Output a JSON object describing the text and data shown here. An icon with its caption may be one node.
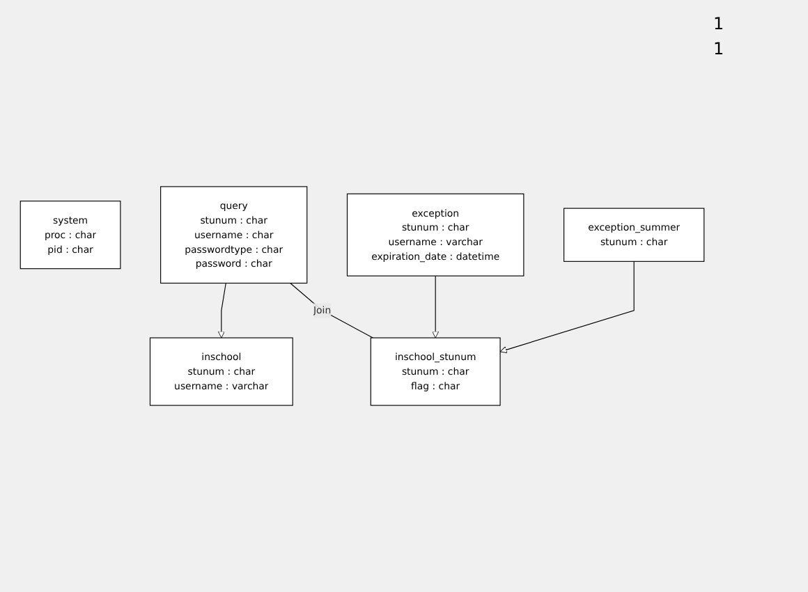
{
  "diagram": {
    "nodes": [
      {
        "text": [
          "system",
          "proc : char",
          "pid : char"
        ]
      },
      {
        "text": [
          "query",
          "stunum : char",
          "username : char",
          "passwordtype : char",
          "password : char"
        ]
      },
      {
        "text": [
          "inschool",
          "stunum : char",
          "username : varchar"
        ]
      },
      {
        "text": [
          "exception",
          "stunum : char",
          "username : varchar",
          "expiration_date : datetime"
        ]
      },
      {
        "text": [
          "inschool_stunum",
          "stunum : char",
          "flag : char"
        ]
      },
      {
        "text": [
          "exception_summer",
          "stunum : char"
        ]
      }
    ],
    "edges": [
      {
        "from": 1,
        "to": 2,
        "arrow": "to"
      },
      {
        "from": 1,
        "to": 4,
        "arrow": "none",
        "label": "Join"
      },
      {
        "from": 3,
        "to": 4,
        "arrow": "to"
      },
      {
        "from": 5,
        "to": 4,
        "arrow": "to"
      }
    ],
    "labels": [
      "1",
      "1"
    ]
  }
}
